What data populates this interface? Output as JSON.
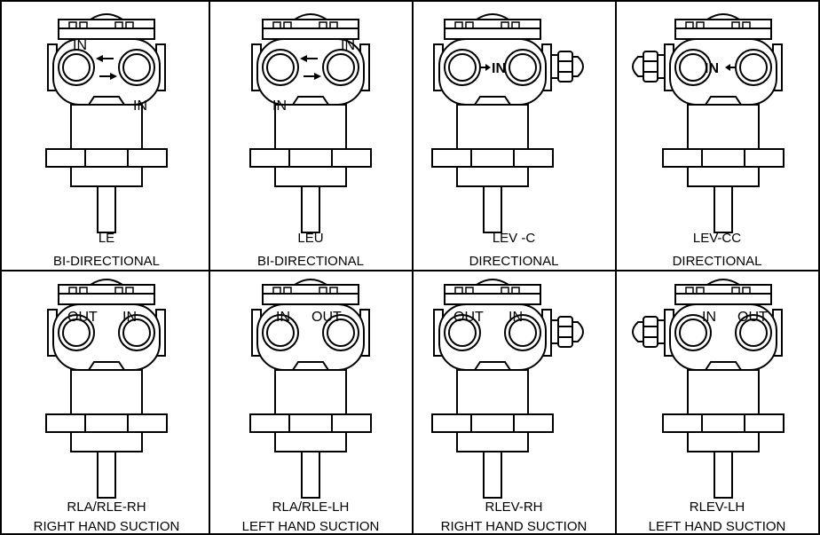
{
  "panels": [
    {
      "name": "LE",
      "type": "BI-DIRECTIONAL",
      "ports": {
        "left": "IN",
        "right": "IN"
      }
    },
    {
      "name": "LEU",
      "type": "BI-DIRECTIONAL",
      "ports": {
        "left": "IN",
        "right": "IN"
      }
    },
    {
      "name": "LEV -C",
      "type": "DIRECTIONAL",
      "ports": {
        "center": "IN"
      }
    },
    {
      "name": "LEV-CC",
      "type": "DIRECTIONAL",
      "ports": {
        "center": "IN"
      }
    },
    {
      "name": "RLA/RLE-RH",
      "type": "RIGHT HAND SUCTION",
      "ports": {
        "left": "OUT",
        "right": "IN"
      }
    },
    {
      "name": "RLA/RLE-LH",
      "type": "LEFT HAND SUCTION",
      "ports": {
        "left": "IN",
        "right": "OUT"
      }
    },
    {
      "name": "RLEV-RH",
      "type": "RIGHT HAND SUCTION",
      "ports": {
        "left": "OUT",
        "right": "IN"
      }
    },
    {
      "name": "RLEV-LH",
      "type": "LEFT HAND SUCTION",
      "ports": {
        "left": "IN",
        "right": "OUT"
      }
    }
  ]
}
